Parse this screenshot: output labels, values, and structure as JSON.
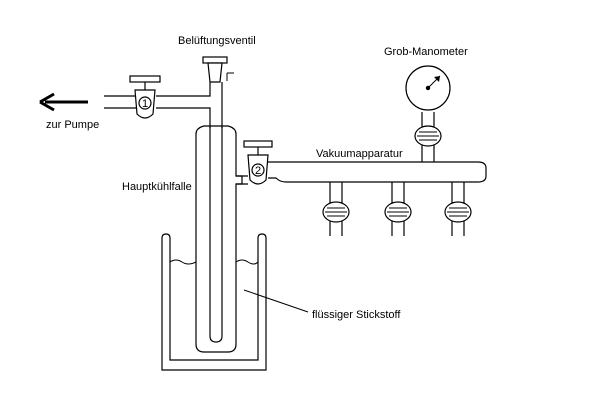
{
  "labels": {
    "pump": "zur Pumpe",
    "vent_valve": "Belüftungsventil",
    "manometer": "Grob-Manometer",
    "vacuum_apparatus": "Vakuumapparatur",
    "main_trap": "Hauptkühlfalle",
    "liquid_nitrogen": "flüssiger Stickstoff"
  },
  "valves": {
    "valve_1": "1",
    "valve_2": "2"
  }
}
